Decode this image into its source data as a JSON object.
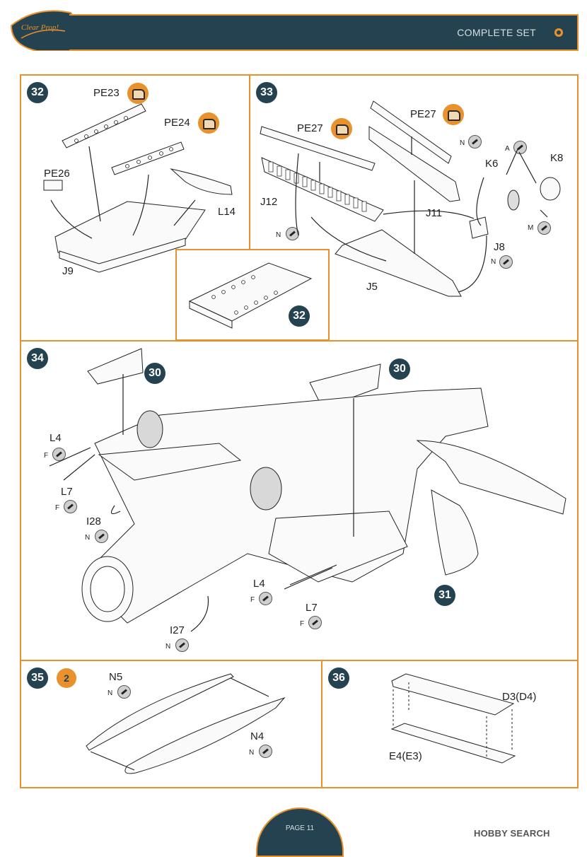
{
  "header": {
    "title": "COMPLETE SET",
    "brand": "Clear Prop!"
  },
  "colors": {
    "accent": "#e8912d",
    "navy": "#24424f"
  },
  "steps": {
    "s32": {
      "number": "32",
      "labels": {
        "pe23": "PE23",
        "pe24": "PE24",
        "pe26": "PE26",
        "l14": "L14",
        "j9": "J9"
      }
    },
    "s32_detail": {
      "number": "32"
    },
    "s33": {
      "number": "33",
      "labels": {
        "pe27a": "PE27",
        "pe27b": "PE27",
        "j12": "J12",
        "j11": "J11",
        "j5": "J5",
        "j8": "J8",
        "k6": "K6",
        "k8": "K8",
        "a": "A",
        "m": "M",
        "n1": "N",
        "n2": "N",
        "n3": "N"
      }
    },
    "s34": {
      "number": "34",
      "ref30a": "30",
      "ref30b": "30",
      "ref31": "31",
      "labels": {
        "l4a": "L4",
        "l7a": "L7",
        "i28": "I28",
        "l4b": "L4",
        "l7b": "L7",
        "i27": "I27",
        "fa": "F",
        "fb": "F",
        "fc": "F",
        "fd": "F",
        "na": "N",
        "nb": "N"
      }
    },
    "s35": {
      "number": "35",
      "option": "2",
      "labels": {
        "n5": "N5",
        "n4": "N4",
        "na": "N",
        "nb": "N"
      }
    },
    "s36": {
      "number": "36",
      "labels": {
        "d3": "D3(D4)",
        "e4": "E4(E3)"
      }
    }
  },
  "footer": {
    "page": "PAGE 11",
    "watermark": "HOBBY SEARCH"
  }
}
